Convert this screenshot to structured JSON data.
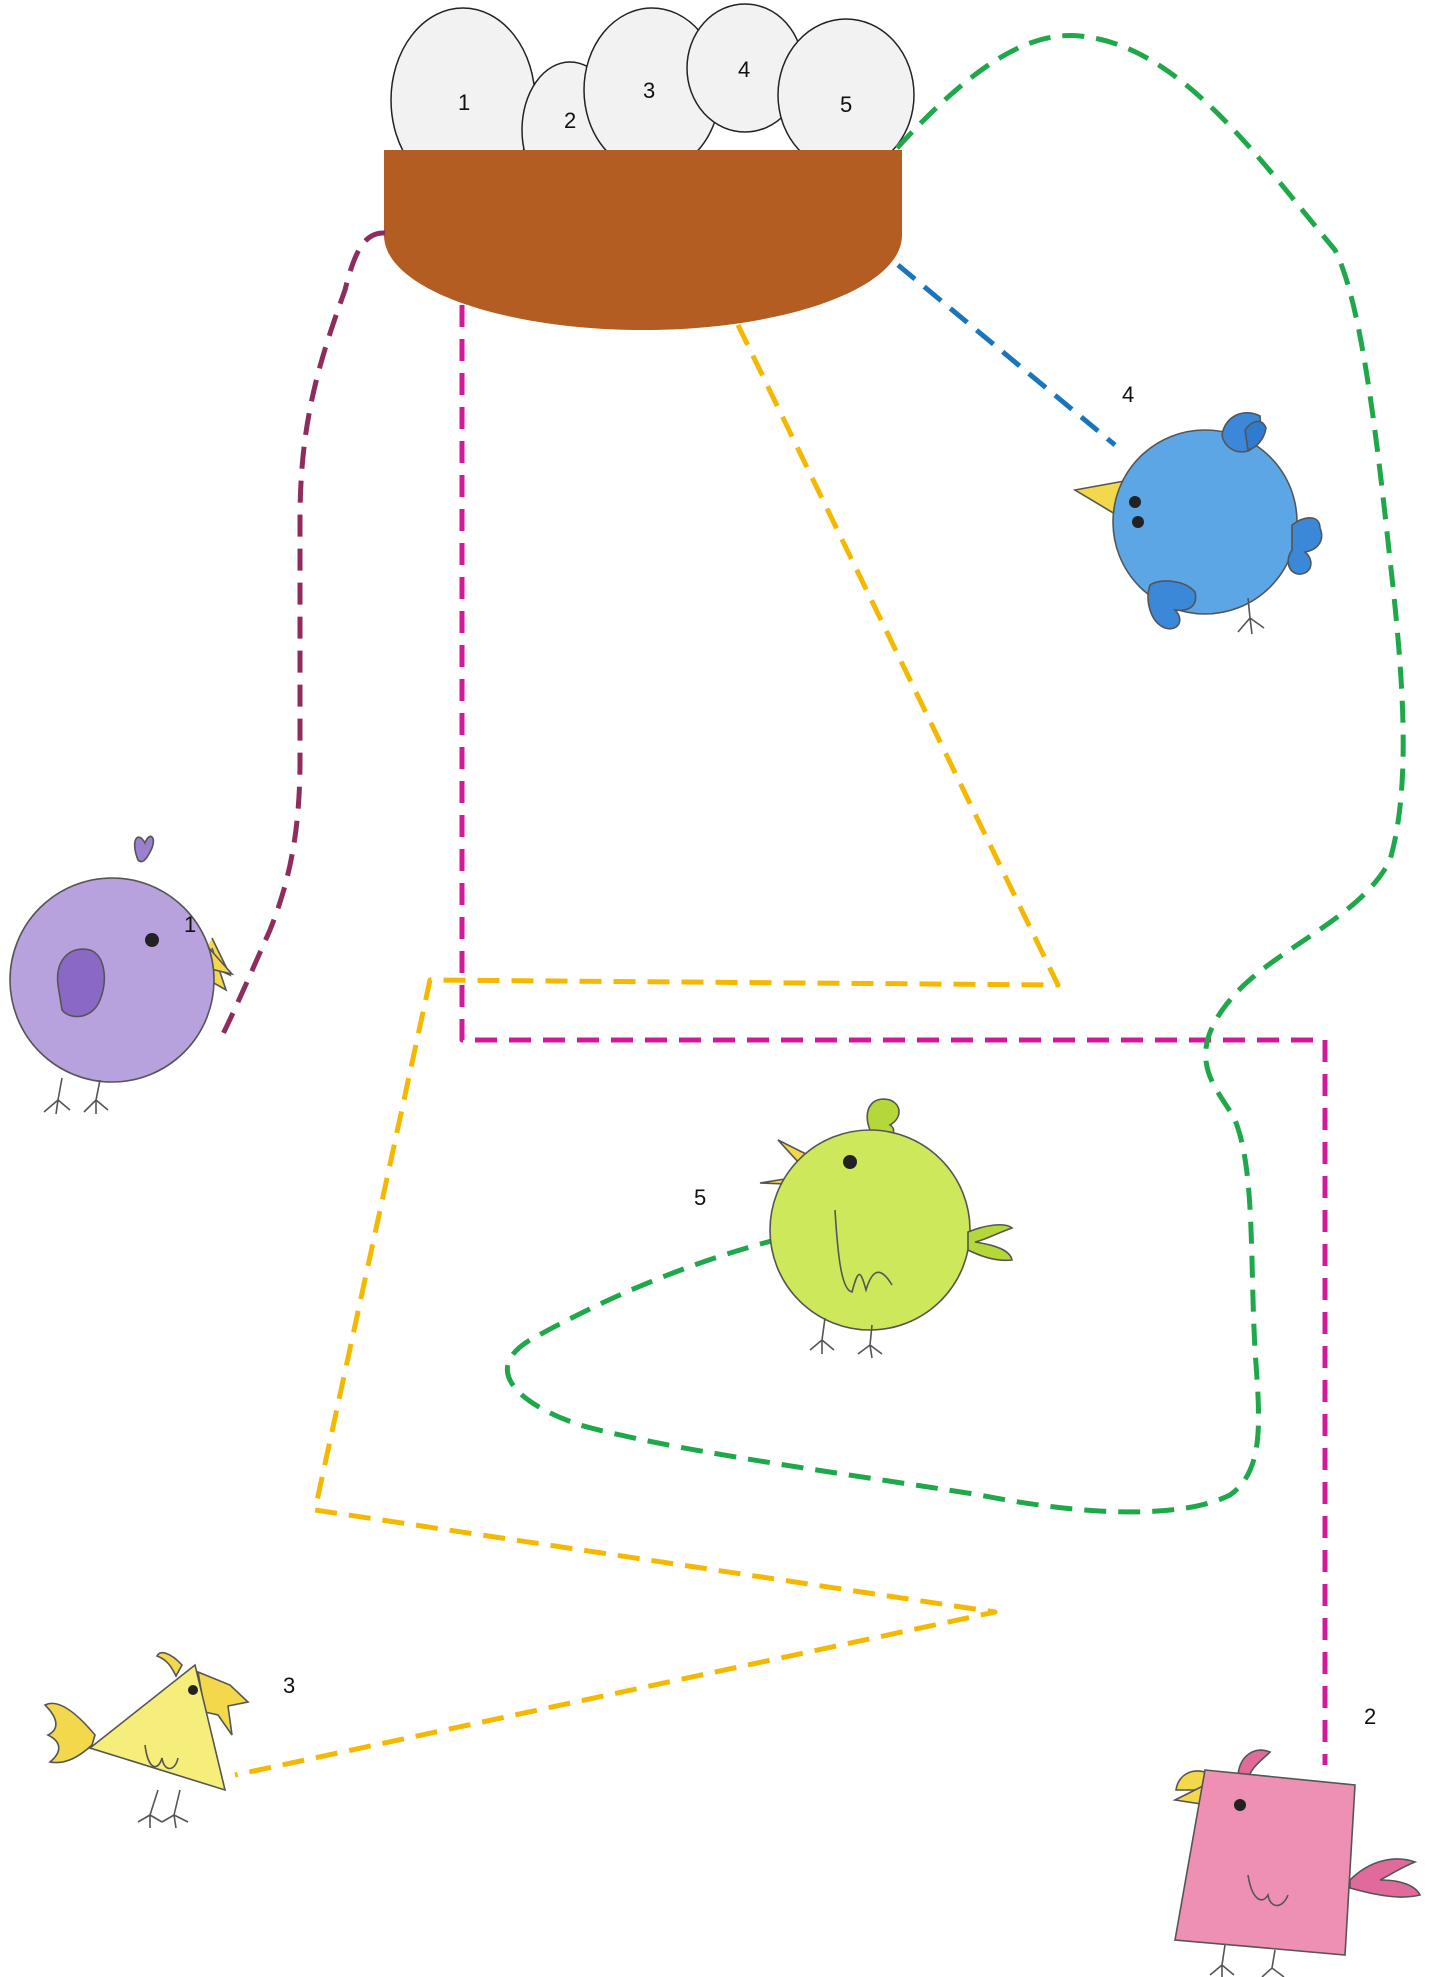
{
  "eggs": [
    {
      "label": "1"
    },
    {
      "label": "2"
    },
    {
      "label": "3"
    },
    {
      "label": "4"
    },
    {
      "label": "5"
    }
  ],
  "birds": [
    {
      "label": "1",
      "color_name": "purple",
      "icon": "purple-round-bird-icon"
    },
    {
      "label": "2",
      "color_name": "pink",
      "icon": "pink-square-bird-icon"
    },
    {
      "label": "3",
      "color_name": "yellow",
      "icon": "yellow-triangle-bird-icon"
    },
    {
      "label": "4",
      "color_name": "blue",
      "icon": "blue-round-bird-icon"
    },
    {
      "label": "5",
      "color_name": "green",
      "icon": "green-round-bird-icon"
    }
  ],
  "colors": {
    "nest": "#B35D23",
    "egg_fill": "#F2F2F2",
    "path_1": "#8E2C5E",
    "path_2": "#D0199B",
    "path_3": "#F5B800",
    "path_4": "#1B75BC",
    "path_5": "#1FA84A",
    "bird_purple": "#B7A2DE",
    "bird_pink": "#EE8FB4",
    "bird_yellow": "#F6EE7A",
    "bird_blue": "#5CA6E6",
    "bird_green": "#CDE85A"
  }
}
